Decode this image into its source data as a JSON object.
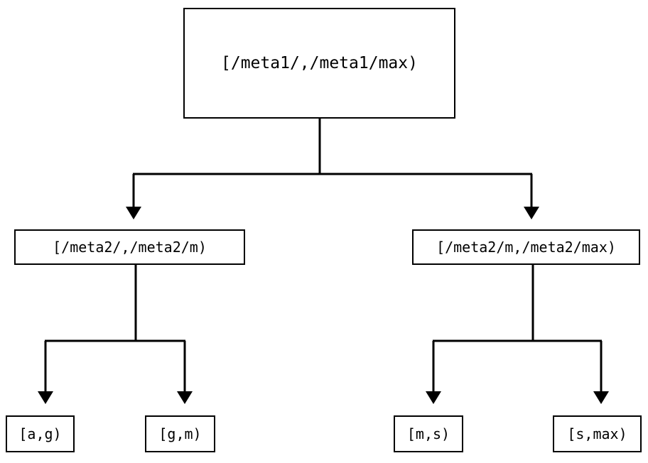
{
  "diagram": {
    "title": "interval-partition-tree",
    "background_color": "#ffffff",
    "stroke_color": "#000000",
    "text_color": "#000000",
    "nodes": {
      "root": {
        "label": "[/meta1/,/meta1/max)"
      },
      "level2_left": {
        "label": "[/meta2/,/meta2/m)"
      },
      "level2_right": {
        "label": "[/meta2/m,/meta2/max)"
      },
      "leaf_a_g": {
        "label": "[a,g)"
      },
      "leaf_g_m": {
        "label": "[g,m)"
      },
      "leaf_m_s": {
        "label": "[m,s)"
      },
      "leaf_s_max": {
        "label": "[s,max)"
      }
    }
  }
}
